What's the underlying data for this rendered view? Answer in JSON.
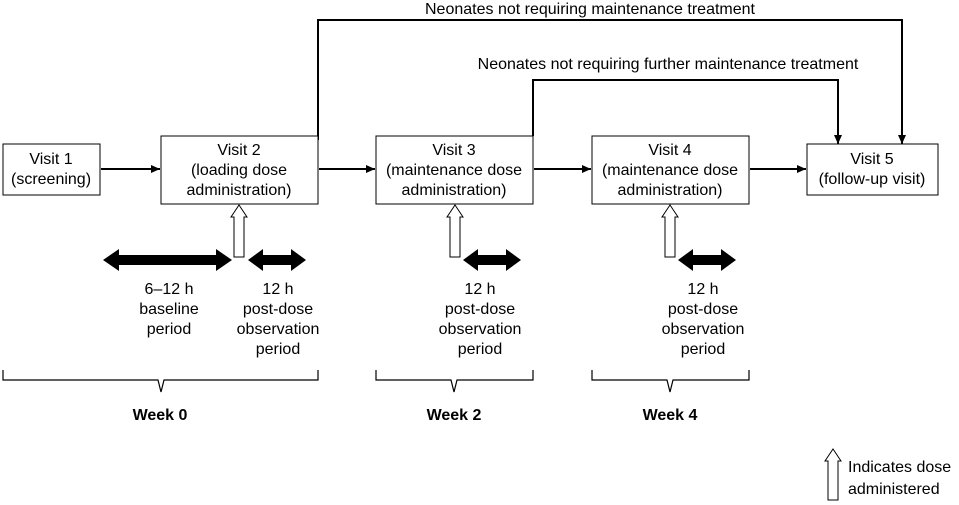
{
  "visits": [
    {
      "line1": "Visit 1",
      "line2": "(screening)",
      "line3": ""
    },
    {
      "line1": "Visit 2",
      "line2": "(loading dose",
      "line3": "administration)"
    },
    {
      "line1": "Visit 3",
      "line2": "(maintenance dose",
      "line3": "administration)"
    },
    {
      "line1": "Visit 4",
      "line2": "(maintenance dose",
      "line3": "administration)"
    },
    {
      "line1": "Visit 5",
      "line2": "(follow-up visit)",
      "line3": ""
    }
  ],
  "paths": {
    "no_maintenance": "Neonates not requiring maintenance treatment",
    "no_further_maintenance": "Neonates not requiring further maintenance treatment"
  },
  "periods": {
    "baseline": [
      "6–12 h",
      "baseline",
      "period"
    ],
    "postdose_v2": [
      "12 h",
      "post-dose",
      "observation",
      "period"
    ],
    "postdose_v3": [
      "12 h",
      "post-dose",
      "observation",
      "period"
    ],
    "postdose_v4": [
      "12 h",
      "post-dose",
      "observation",
      "period"
    ]
  },
  "weeks": [
    "Week 0",
    "Week 2",
    "Week 4"
  ],
  "legend": {
    "icon": "hollow-up-arrow-icon",
    "line1": "Indicates dose",
    "line2": "administered"
  }
}
